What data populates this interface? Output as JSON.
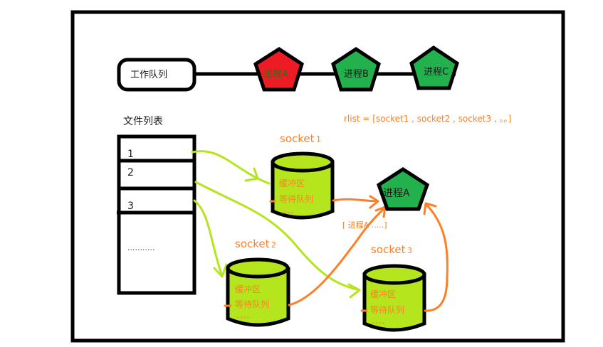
{
  "colors": {
    "frame": "#000000",
    "process_active": "#ed1c24",
    "process_idle": "#22b14c",
    "socket_fill": "#b5e61d",
    "green_arrow": "#b5e61d",
    "orange": "#ff7f27",
    "label_dark": "#1a1a1a"
  },
  "work_queue": {
    "label": "工作队列",
    "processes": [
      {
        "label": "进程A",
        "state": "active"
      },
      {
        "label": "进程B",
        "state": "idle"
      },
      {
        "label": "进程C",
        "state": "idle"
      }
    ]
  },
  "rlist": "rlist = [socket1 , socket2 , socket3 , 。。]",
  "file_list": {
    "title": "文件列表",
    "rows": [
      "1",
      "2",
      "3"
    ],
    "ellipsis": "..........."
  },
  "sockets": [
    {
      "name": "socket1",
      "label_main": "socket",
      "label_num": "1",
      "buffer": "缓冲区",
      "wait_queue": "等待队列",
      "dots": "。。。。"
    },
    {
      "name": "socket2",
      "label_main": "socket",
      "label_num": "2",
      "buffer": "缓冲区",
      "wait_queue": "等待队列",
      "dots": "。。。。"
    },
    {
      "name": "socket3",
      "label_main": "socket",
      "label_num": "3",
      "buffer": "缓冲区",
      "wait_queue": "等待队列",
      "dots": "。。。。"
    }
  ],
  "blocked_process": {
    "label": "进程A",
    "list_label": "[ 进程A .....]"
  }
}
